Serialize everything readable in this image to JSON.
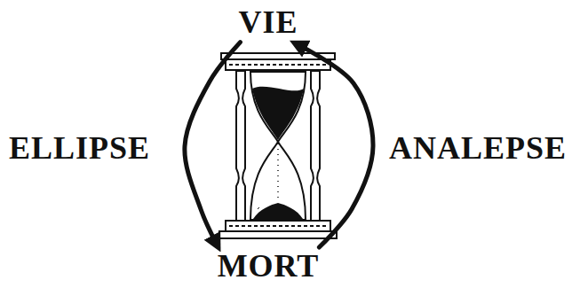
{
  "diagram": {
    "nodes": [
      {
        "text": [
          "VIE"
        ]
      },
      {
        "text": [
          "MORT"
        ]
      }
    ],
    "edges": [
      {
        "from": 0,
        "to": 1,
        "arrow": "to",
        "label": "ELLIPSE"
      },
      {
        "from": 1,
        "to": 0,
        "arrow": "to",
        "label": "ANALEPSE"
      }
    ]
  }
}
